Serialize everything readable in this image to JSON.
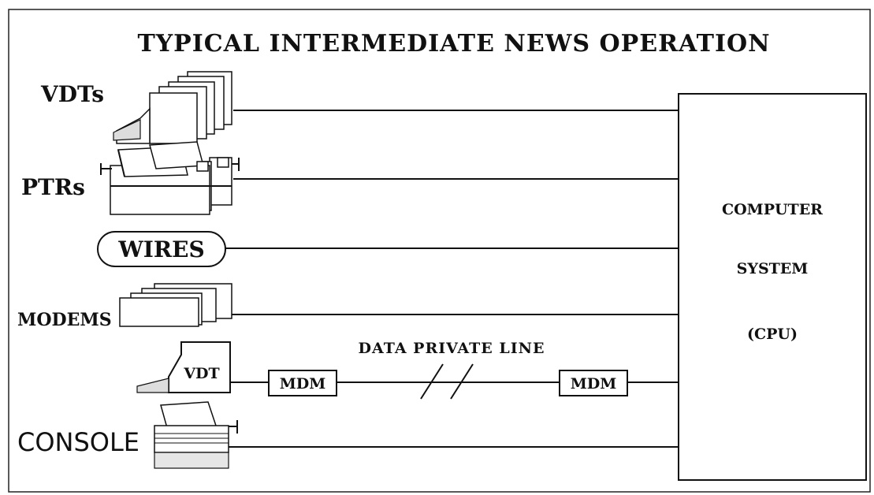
{
  "title": "TYPICAL  INTERMEDIATE NEWS OPERATION",
  "left_labels": {
    "vdts": "VDTs",
    "ptrs": "PTRs",
    "wires": "WIRES",
    "modems": "MODEMS",
    "vdt": "VDT",
    "console": "CONSOLE"
  },
  "computer": {
    "line1": "COMPUTER",
    "line2": "SYSTEM",
    "line3": "(CPU)"
  },
  "private_line": {
    "label": "DATA PRIVATE LINE",
    "mdm_left": "MDM",
    "mdm_right": "MDM"
  }
}
